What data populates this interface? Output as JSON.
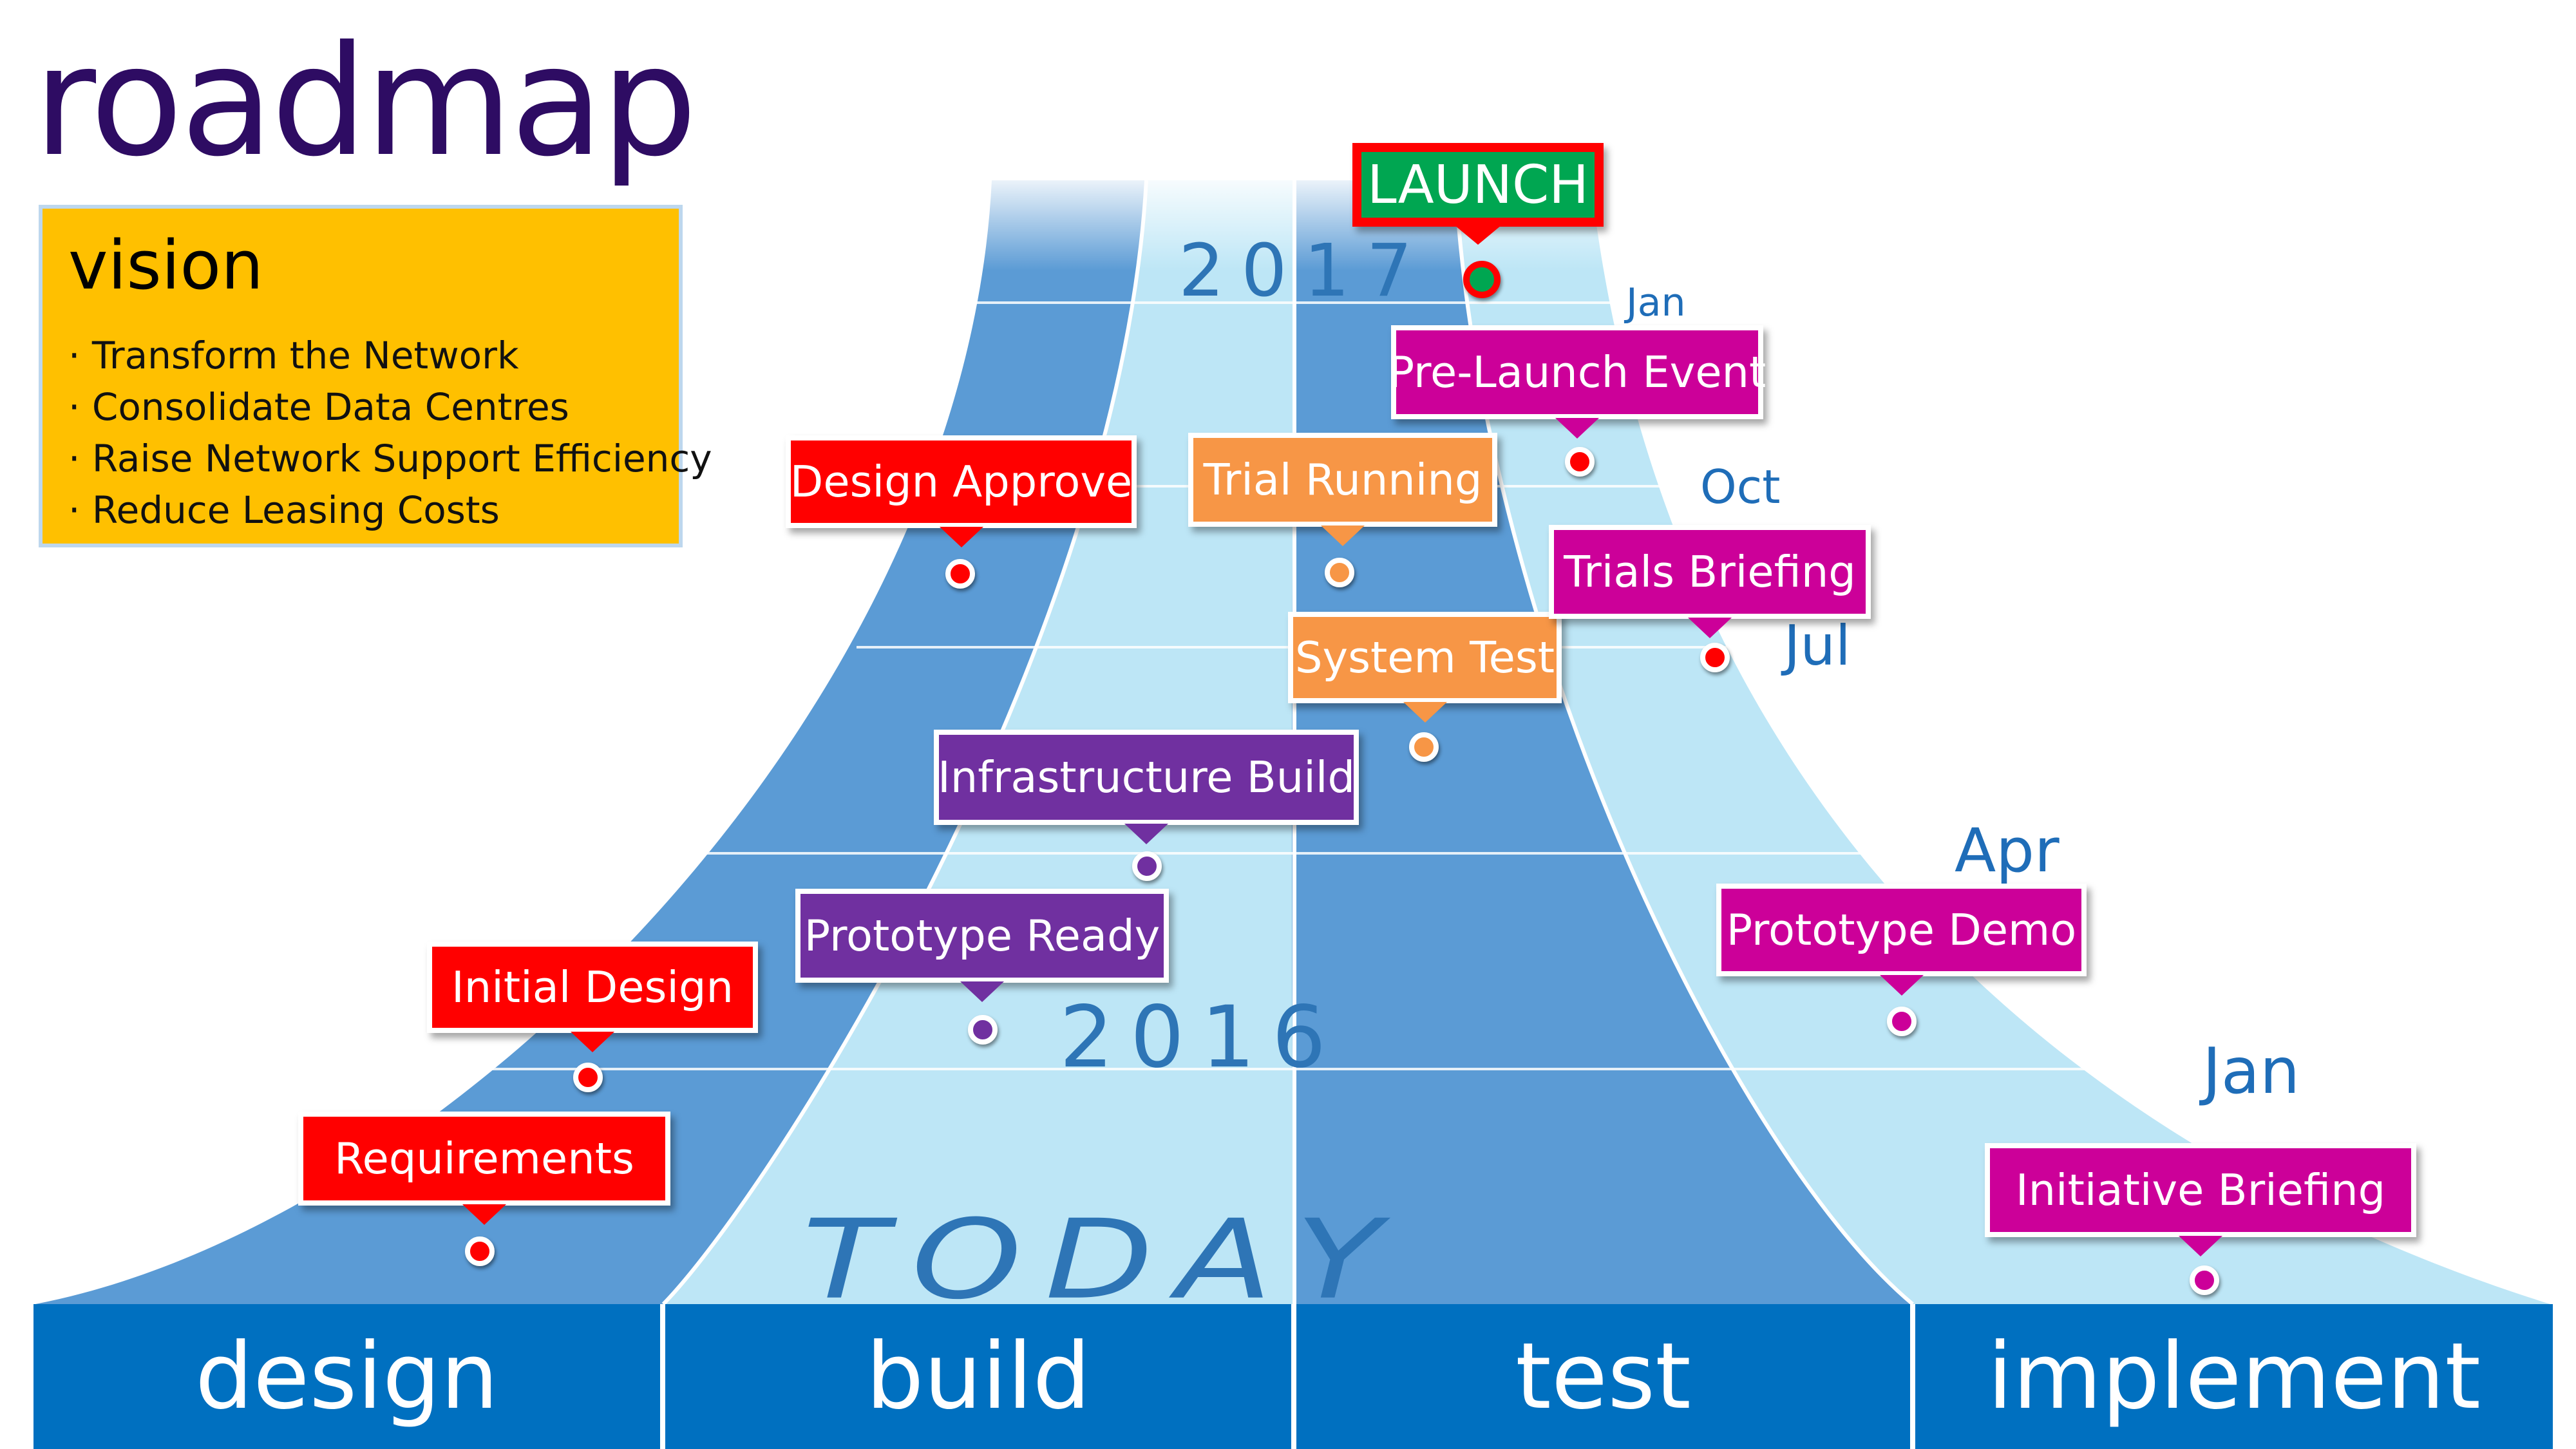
{
  "title": "roadmap",
  "vision": {
    "heading": "vision",
    "items": [
      "Transform the Network",
      "Consolidate Data Centres",
      "Raise Network Support Efficiency",
      "Reduce Leasing Costs"
    ]
  },
  "stages": [
    "design",
    "build",
    "test",
    "implement"
  ],
  "years": {
    "y2016": "2016",
    "y2017": "2017"
  },
  "today": "TODAY",
  "months": {
    "jan_2016": "Jan",
    "apr": "Apr",
    "jul": "Jul",
    "oct": "Oct",
    "jan_2017": "Jan"
  },
  "milestones": {
    "requirements": "Requirements",
    "initial_design": "Initial Design",
    "design_approve": "Design Approve",
    "prototype_ready": "Prototype Ready",
    "infrastructure_build": "Infrastructure Build",
    "system_test": "System Test",
    "trial_running": "Trial Running",
    "initiative_briefing": "Initiative Briefing",
    "prototype_demo": "Prototype Demo",
    "trials_briefing": "Trials Briefing",
    "pre_launch_event": "Pre-Launch Event",
    "launch": "LAUNCH"
  },
  "colors": {
    "design": "#ff0000",
    "build": "#7030a0",
    "test": "#f79646",
    "implement": "#cc0099",
    "launch": "#00a651",
    "stage_bar": "#0070c0",
    "road_dark": "#5b9bd5",
    "road_light": "#bde6f6"
  }
}
